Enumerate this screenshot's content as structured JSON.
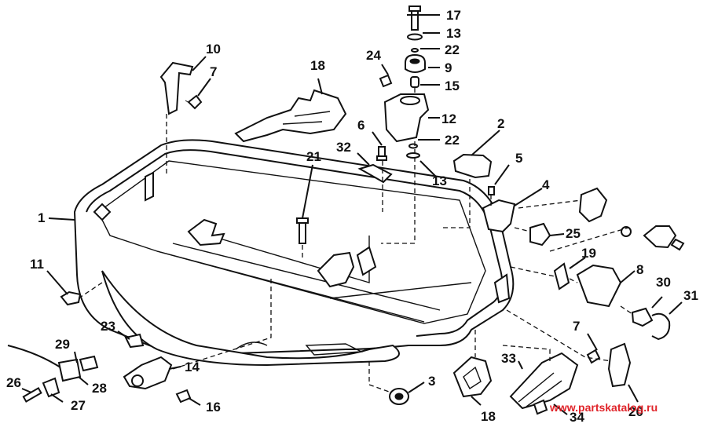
{
  "labels": {
    "p1": "1",
    "p2": "2",
    "p3": "3",
    "p4": "4",
    "p5": "5",
    "p6": "6",
    "p7a": "7",
    "p7b": "7",
    "p8": "8",
    "p9": "9",
    "p10": "10",
    "p11": "11",
    "p12": "12",
    "p13a": "13",
    "p13b": "13",
    "p14": "14",
    "p15": "15",
    "p16": "16",
    "p17": "17",
    "p18a": "18",
    "p18b": "18",
    "p19": "19",
    "p20": "20",
    "p21": "21",
    "p22a": "22",
    "p22b": "22",
    "p23": "23",
    "p24": "24",
    "p25": "25",
    "p26": "26",
    "p27": "27",
    "p28": "28",
    "p29": "29",
    "p30": "30",
    "p31": "31",
    "p32": "32",
    "p33": "33",
    "p34": "34"
  },
  "watermark": "www.partskatalog.ru"
}
